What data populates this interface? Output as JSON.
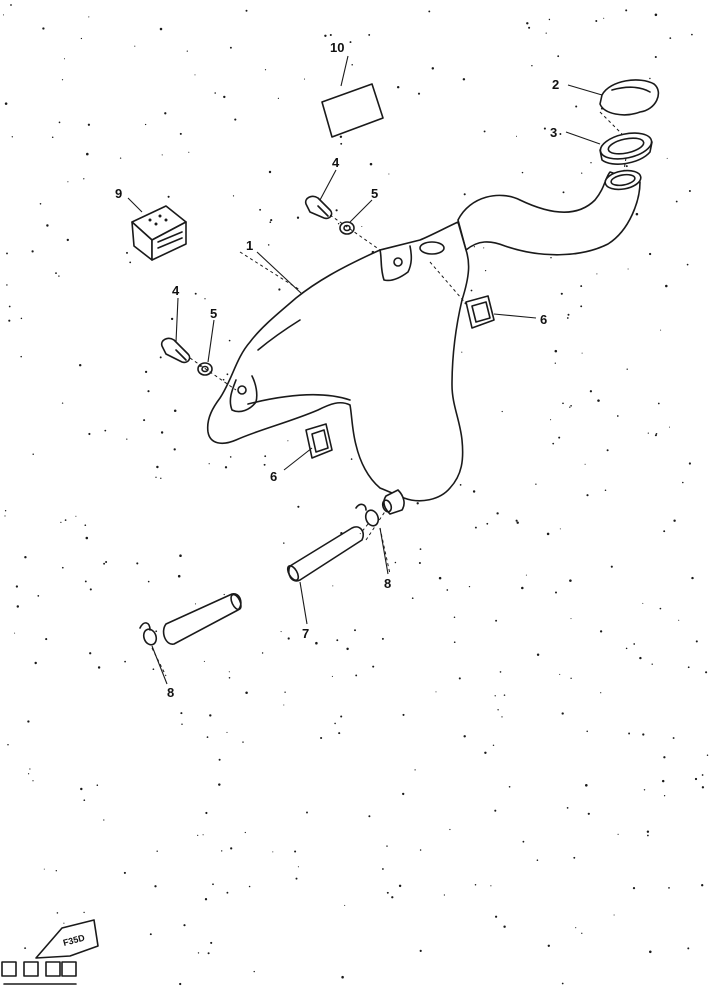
{
  "callouts": {
    "c1": "1",
    "c2": "2",
    "c3": "3",
    "c4a": "4",
    "c4b": "4",
    "c5a": "5",
    "c5b": "5",
    "c6a": "6",
    "c6b": "6",
    "c7": "7",
    "c8a": "8",
    "c8b": "8",
    "c9": "9",
    "c10": "10"
  },
  "stamp": {
    "label": "F35D"
  },
  "colors": {
    "ink": "#1a1a1a",
    "paper": "#ffffff"
  }
}
